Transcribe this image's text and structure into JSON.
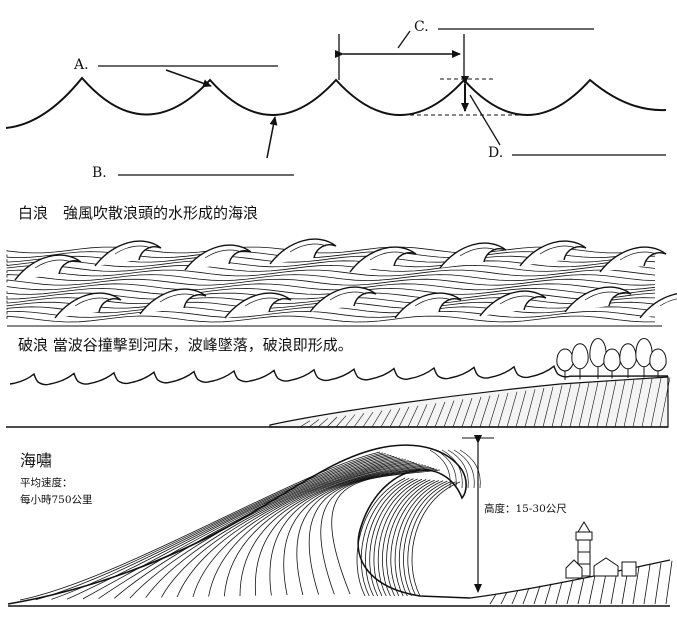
{
  "top_diagram": {
    "label_a": "A.",
    "label_b": "B.",
    "label_c": "C.",
    "label_d": "D."
  },
  "sections": {
    "whitecap": {
      "caption": "白浪　強風吹散浪頭的水形成的海浪"
    },
    "breaker": {
      "caption": "破浪 當波谷撞擊到河床，波峰墜落，破浪即形成。"
    },
    "tsunami": {
      "title": "海嘯",
      "speed_line1": "平均速度：",
      "speed_line2": "每小時750公里",
      "height_label": "高度：15-30公尺"
    }
  },
  "colors": {
    "ink": "#111111",
    "paper": "#ffffff"
  }
}
